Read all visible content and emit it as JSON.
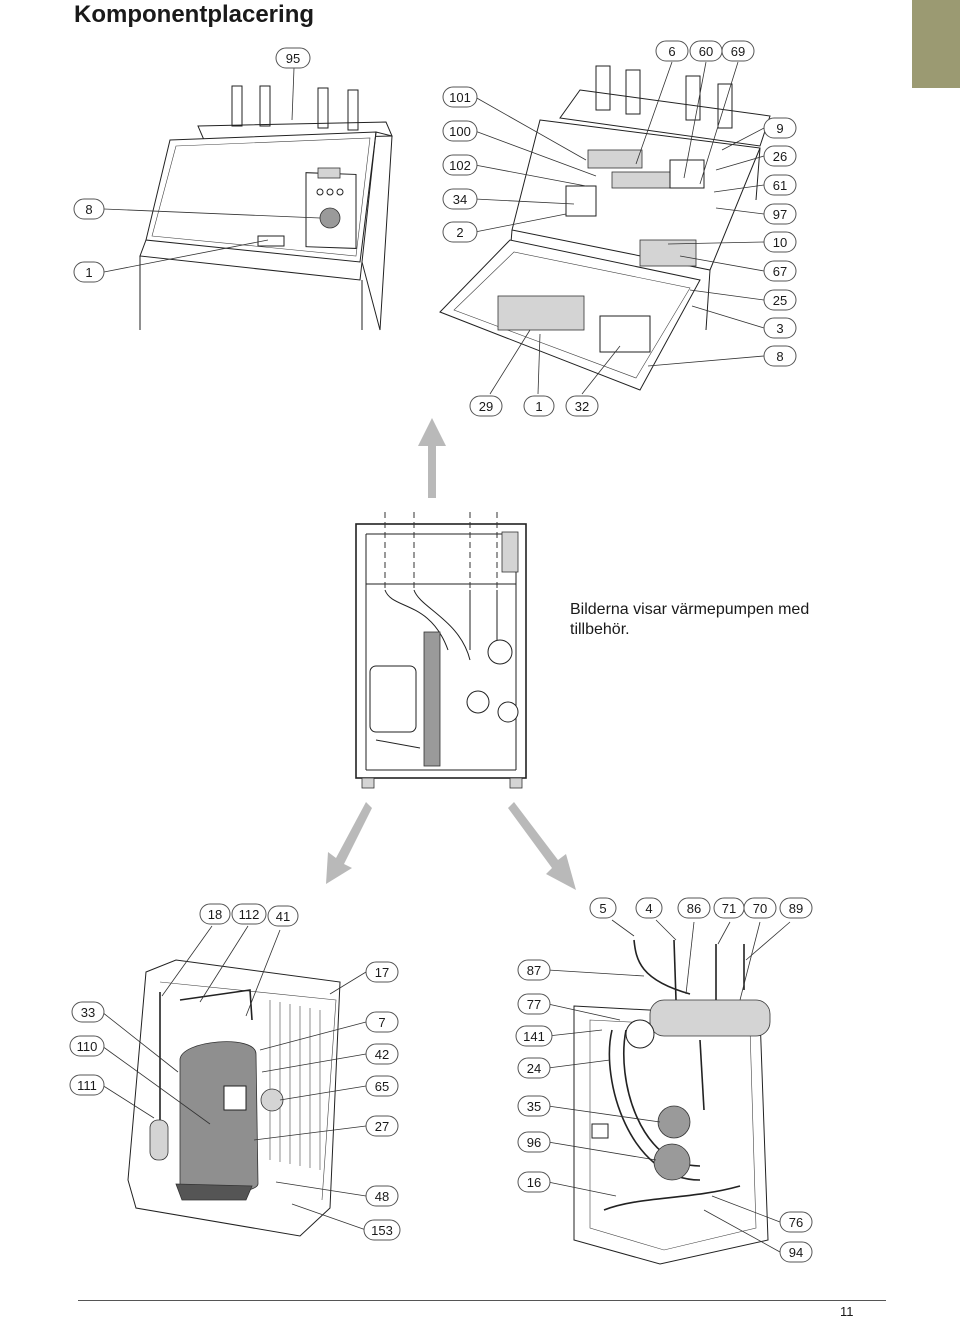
{
  "page": {
    "title": "Komponentplacering",
    "caption_line1": "Bilderna visar värmepumpen med",
    "caption_line2": "tillbehör.",
    "page_number": "11"
  },
  "callouts": {
    "top_left": [
      "95",
      "8",
      "1"
    ],
    "top_right_top": [
      "6",
      "60",
      "69"
    ],
    "top_right_left": [
      "101",
      "100",
      "102",
      "34",
      "2"
    ],
    "top_right_right": [
      "9",
      "26",
      "61",
      "97",
      "10",
      "67",
      "25",
      "3",
      "8"
    ],
    "top_right_bottom": [
      "29",
      "1",
      "32"
    ],
    "bottom_left_top": [
      "18",
      "112",
      "41"
    ],
    "bottom_left_left": [
      "33",
      "110",
      "111"
    ],
    "bottom_left_right": [
      "17",
      "7",
      "42",
      "65",
      "27",
      "48",
      "153"
    ],
    "bottom_right_top": [
      "5",
      "4",
      "86",
      "71",
      "70",
      "89"
    ],
    "bottom_right_left": [
      "87",
      "77",
      "141",
      "24",
      "35",
      "96",
      "16"
    ],
    "bottom_right_bottom": [
      "76",
      "94"
    ]
  },
  "colors": {
    "tab": "#9b9a72",
    "arrow": "#b9b9b9"
  }
}
